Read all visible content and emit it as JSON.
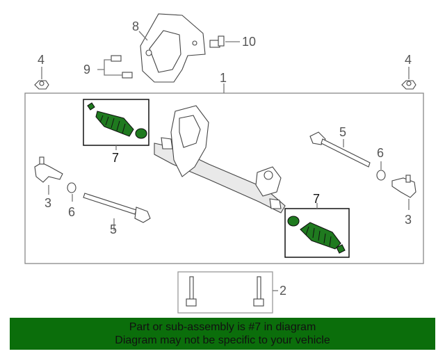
{
  "callouts": {
    "c1": "1",
    "c2": "2",
    "c3_left": "3",
    "c3_right": "3",
    "c4_left": "4",
    "c4_right": "4",
    "c5_left": "5",
    "c5_right": "5",
    "c6_left": "6",
    "c6_right": "6",
    "c7_left": "7",
    "c7_right": "7",
    "c8": "8",
    "c9": "9",
    "c10": "10"
  },
  "banner": {
    "line1": "Part or sub-assembly is #7 in diagram",
    "line2": "Diagram may not be specific to your vehicle"
  },
  "colors": {
    "highlight": "#1f7a1f",
    "banner": "#0b6e0b"
  }
}
